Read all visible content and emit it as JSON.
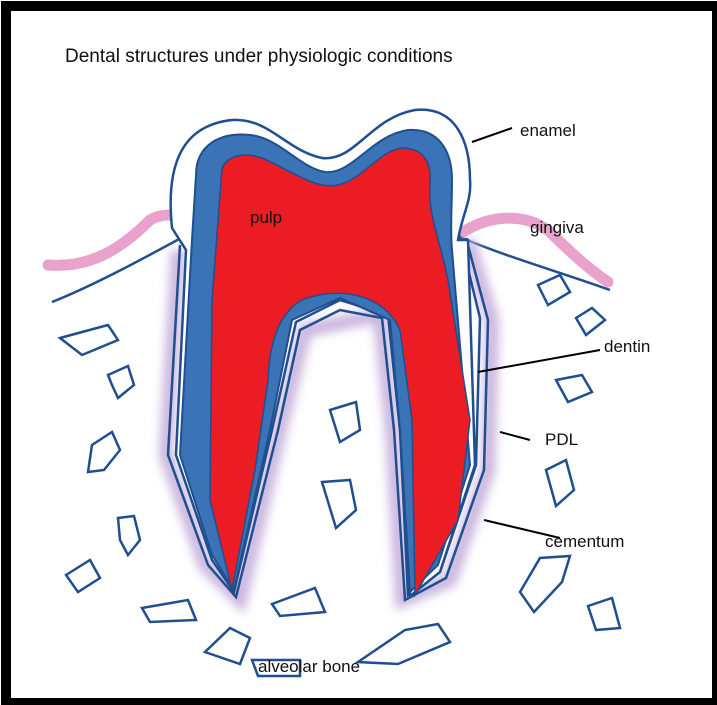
{
  "title": "Dental structures under physiologic conditions",
  "labels": {
    "enamel": "enamel",
    "gingiva": "gingiva",
    "pulp": "pulp",
    "dentin": "dentin",
    "pdl": "PDL",
    "cementum": "cementum",
    "alveolar_bone": "alveolar bone"
  },
  "colors": {
    "frame": "#000000",
    "outline": "#1f4f8f",
    "dentin": "#3b73b7",
    "pulp": "#ec1c24",
    "gingiva": "#e8a2cc",
    "pdl_glow": "#c9b4de"
  }
}
